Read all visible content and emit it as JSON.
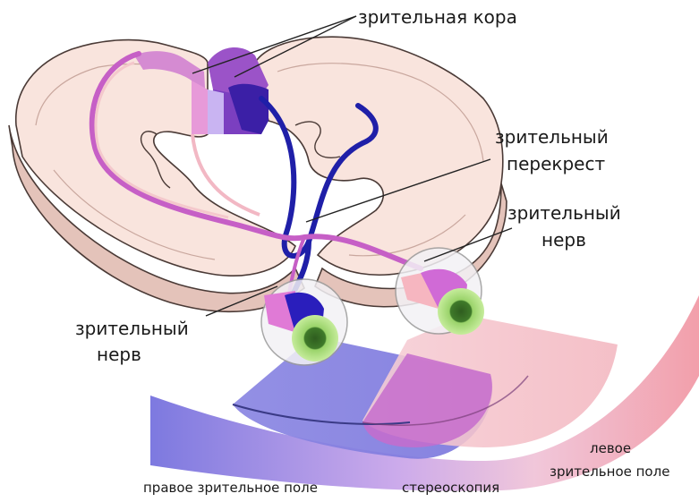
{
  "labels": {
    "visual_cortex": "зрительная кора",
    "optic_chiasm_line1": "зрительный",
    "optic_chiasm_line2": "перекрест",
    "right_optic_nerve_line1": "зрительный",
    "right_optic_nerve_line2": "нерв",
    "left_optic_nerve_line1": "зрительный",
    "left_optic_nerve_line2": "нерв",
    "right_visual_field": "правое зрительное поле",
    "stereoscopy": "стереоскопия",
    "left_visual_field_line1": "левое",
    "left_visual_field_line2": "зрительное поле"
  },
  "colors": {
    "brain_fill": "#f6ddd6",
    "brain_top": "#f9e6e0",
    "brain_edge": "#4a3a36",
    "left_pathway": "#1f1fa8",
    "right_pathway": "#c65fc6",
    "right_pathway_light": "#f0b6c0",
    "left_field": "#6d6ad6",
    "right_field": "#f2a8b2",
    "overlap_field": "#c569c9",
    "iris": "#8fca5a",
    "pupil": "#2e5a1e"
  }
}
